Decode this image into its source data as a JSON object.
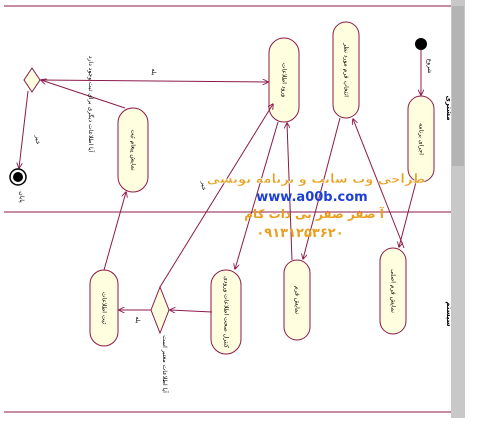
{
  "diagram": {
    "lanes": [
      {
        "id": "lane-customer",
        "label": "مشتری"
      },
      {
        "id": "lane-system",
        "label": "سیستم"
      }
    ],
    "start": {
      "label": "شروع"
    },
    "end": {
      "label": "پایان"
    },
    "activities": [
      {
        "id": "a1",
        "label": "اجرای برنامه"
      },
      {
        "id": "a2",
        "label": "نمایش فرم اصلی"
      },
      {
        "id": "a3",
        "label": "انتخاب فرم مورد نظر"
      },
      {
        "id": "a4",
        "label": "نمایش فرم"
      },
      {
        "id": "a5",
        "label": "ورود اطلاعات"
      },
      {
        "id": "a6",
        "label": "کنترل صحت اطلاعات ورودی"
      },
      {
        "id": "a7",
        "label": "ثبت اطلاعات"
      },
      {
        "id": "a8",
        "label": "نمایش پیغام ثبت"
      }
    ],
    "edge_labels": {
      "yes": "بله",
      "no": "خیر",
      "no2": "خیر",
      "yes2": "بله",
      "invalid_note": "آیا اطلاعات معتبر است",
      "continue_note": "آیا اطلاعات دیگری برای ثبت وجود دارد"
    }
  },
  "watermark": {
    "line1": "طراحی وب سایت و برنامه نویسی",
    "line2": "www.a00b.com",
    "line3": "آ صفر صفر بی دات کام",
    "line4": "۰۹۱۳۱۲۵۳۶۲۰"
  }
}
